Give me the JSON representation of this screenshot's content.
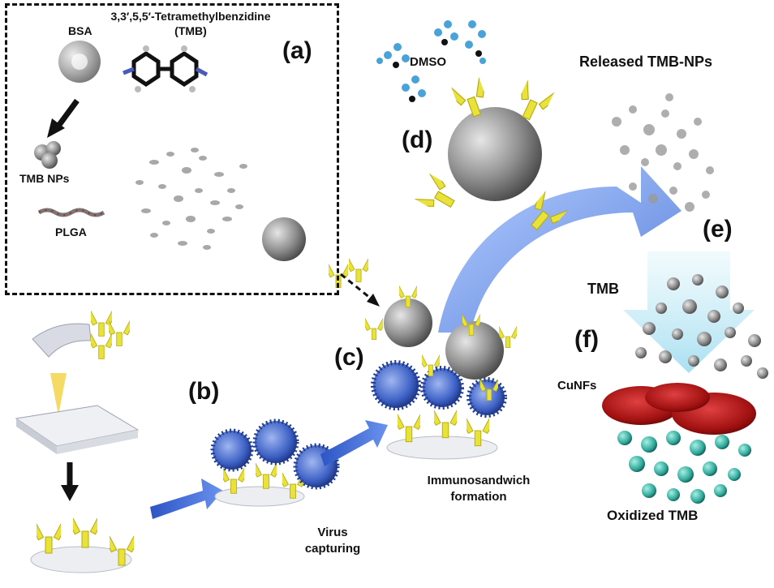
{
  "panel_labels": {
    "a": "(a)",
    "b": "(b)",
    "c": "(c)",
    "d": "(d)",
    "e": "(e)",
    "f": "(f)"
  },
  "labels": {
    "bsa": "BSA",
    "tmb_full_line1": "3,3′,5,5′-Tetramethylbenzidine",
    "tmb_full_line2": "(TMB)",
    "tmb_nps": "TMB NPs",
    "plga": "PLGA",
    "dmso": "DMSO",
    "released": "Released TMB-NPs",
    "tmb": "TMB",
    "cunfs": "CuNFs",
    "virus_line1": "Virus",
    "virus_line2": "capturing",
    "immuno_line1": "Immunosandwich",
    "immuno_line2": "formation",
    "oxidized": "Oxidized TMB"
  },
  "icons": [
    "bsa-protein-icon",
    "tmb-molecule-icon",
    "tmb-np-icon",
    "plga-chain-icon",
    "nanoparticle-cloud-icon",
    "plga-nanoparticle-icon",
    "antibody-icon",
    "virus-icon",
    "well-plate-icon",
    "pipette-icon",
    "cu-nanoflower-icon",
    "oxidized-tmb-icon",
    "dmso-molecule-icon",
    "flow-arrow-icon"
  ],
  "colors": {
    "antibody": "#e8e23a",
    "virus": "#3b5fc4",
    "nanoparticle": "#8e8e8e",
    "flow_arrow": "#4a7be0",
    "cunfs": "#a01010",
    "oxidized_tmb": "#2fa89a",
    "dmso": "#4aa3d8",
    "tmb_arrow": "#bfe9f5"
  }
}
